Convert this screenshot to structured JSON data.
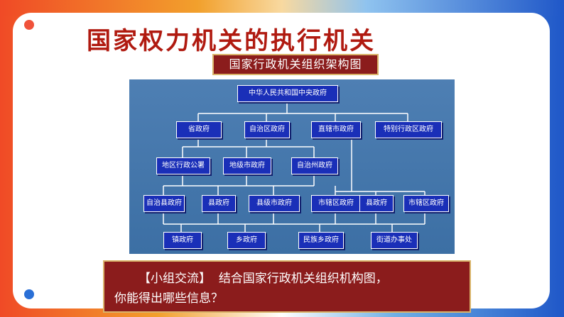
{
  "title": "国家权力机关的执行机关",
  "subtitle": "国家行政机关组织架构图",
  "org_chart": {
    "root": "中华人民共和国中央政府",
    "level2": [
      "省政府",
      "自治区政府",
      "直辖市政府",
      "特别行政区政府"
    ],
    "level3": [
      "地区行政公署",
      "地级市政府",
      "自治州政府"
    ],
    "level4": [
      "自治县政府",
      "县政府",
      "县级市政府",
      "市辖区政府",
      "县政府",
      "市辖区政府"
    ],
    "level5": [
      "镇政府",
      "乡政府",
      "民族乡政府",
      "街道办事处"
    ]
  },
  "discussion": {
    "tag": "【小组交流】",
    "line1_text": "结合国家行政机关组织机构图，",
    "line2_text": "你能得出哪些信息？"
  },
  "colors": {
    "title_red": "#b01a10",
    "box_red": "#8b1c1c",
    "node_blue": "#1a2fb8",
    "diagram_bg": "#4578ad"
  }
}
